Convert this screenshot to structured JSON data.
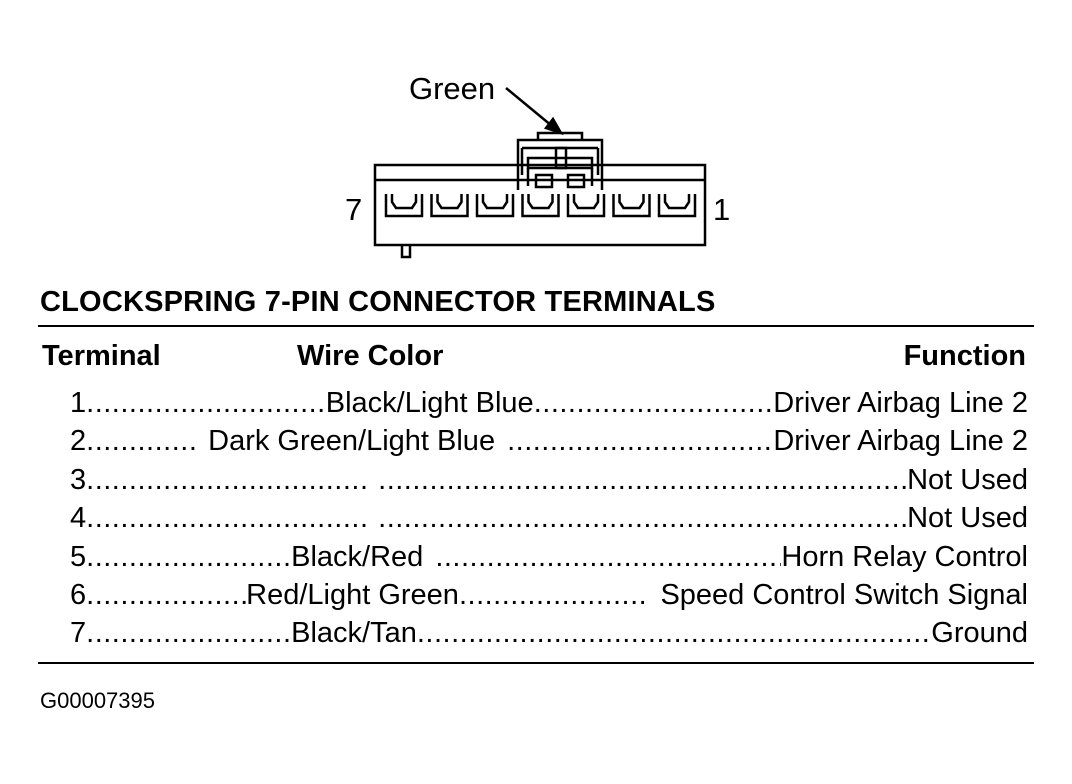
{
  "diagram": {
    "callout_label": "Green",
    "pin_left_label": "7",
    "pin_right_label": "1",
    "pin_count": 7,
    "line_color": "#000000",
    "background_color": "#ffffff"
  },
  "table": {
    "title": "CLOCKSPRING 7-PIN CONNECTOR TERMINALS",
    "headers": {
      "terminal": "Terminal",
      "wire_color": "Wire Color",
      "function": "Function"
    },
    "rows": [
      {
        "terminal": "1",
        "wire_color": "Black/Light Blue",
        "function": "Driver Airbag Line 2"
      },
      {
        "terminal": "2",
        "wire_color": "Dark Green/Light Blue",
        "function": "Driver Airbag Line 2"
      },
      {
        "terminal": "3",
        "wire_color": "",
        "function": "Not Used"
      },
      {
        "terminal": "4",
        "wire_color": "",
        "function": "Not Used"
      },
      {
        "terminal": "5",
        "wire_color": "Black/Red",
        "function": "Horn Relay Control"
      },
      {
        "terminal": "6",
        "wire_color": "Red/Light Green",
        "function": "Speed Control Switch Signal"
      },
      {
        "terminal": "7",
        "wire_color": "Black/Tan",
        "function": "Ground"
      }
    ]
  },
  "figure_id": "G00007395"
}
